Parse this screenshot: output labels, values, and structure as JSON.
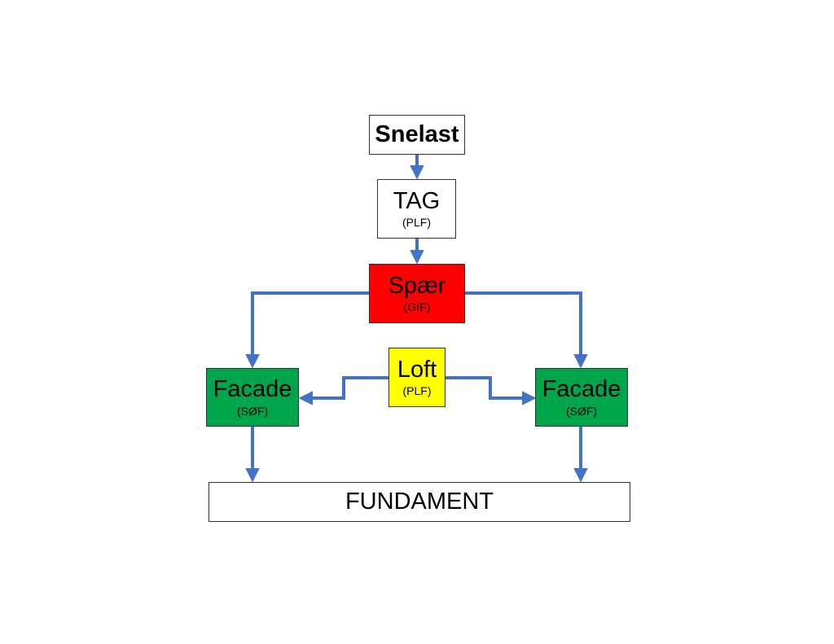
{
  "colors": {
    "arrow": "#4472C4",
    "node_default": "#FFFFFF",
    "spaer": "#FF0000",
    "loft": "#FFFF00",
    "facade": "#00A44A"
  },
  "nodes": {
    "snelast": {
      "title": "Snelast"
    },
    "tag": {
      "title": "TAG",
      "sub": "(PLF)"
    },
    "spaer": {
      "title": "Spær",
      "sub": "(GIF)"
    },
    "loft": {
      "title": "Loft",
      "sub": "(PLF)"
    },
    "facade_left": {
      "title": "Facade",
      "sub": "(SØF)"
    },
    "facade_right": {
      "title": "Facade",
      "sub": "(SØF)"
    },
    "fundament": {
      "title": "FUNDAMENT"
    }
  },
  "edges": [
    {
      "from": "snelast",
      "to": "tag"
    },
    {
      "from": "tag",
      "to": "spaer"
    },
    {
      "from": "spaer",
      "to": "facade_left"
    },
    {
      "from": "spaer",
      "to": "facade_right"
    },
    {
      "from": "loft",
      "to": "facade_left"
    },
    {
      "from": "loft",
      "to": "facade_right"
    },
    {
      "from": "facade_left",
      "to": "fundament"
    },
    {
      "from": "facade_right",
      "to": "fundament"
    }
  ]
}
